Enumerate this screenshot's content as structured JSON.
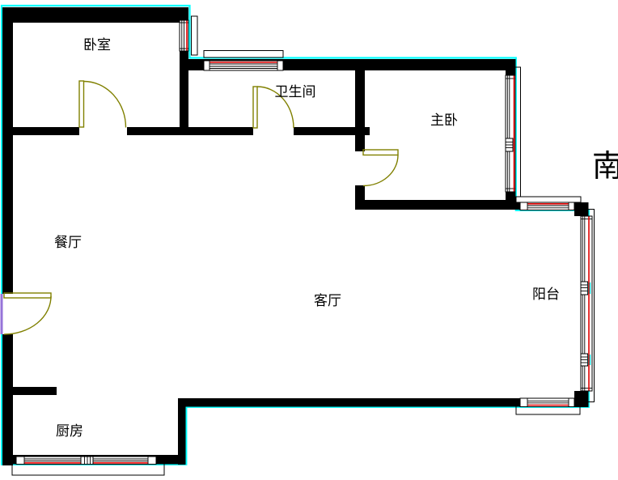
{
  "floorplan": {
    "rooms": [
      {
        "id": "bedroom",
        "label": "卧室"
      },
      {
        "id": "bathroom",
        "label": "卫生间"
      },
      {
        "id": "master-bedroom",
        "label": "主卧"
      },
      {
        "id": "dining-room",
        "label": "餐厅"
      },
      {
        "id": "living-room",
        "label": "客厅"
      },
      {
        "id": "balcony",
        "label": "阳台"
      },
      {
        "id": "kitchen",
        "label": "厨房"
      }
    ],
    "orientation": {
      "label": "南"
    },
    "colors": {
      "wall": "#000000",
      "outline": "#00ffff",
      "window_accent": "#e00000",
      "door": "#808000",
      "entrance": "#9673d9",
      "background": "#ffffff",
      "text": "#000000"
    }
  }
}
